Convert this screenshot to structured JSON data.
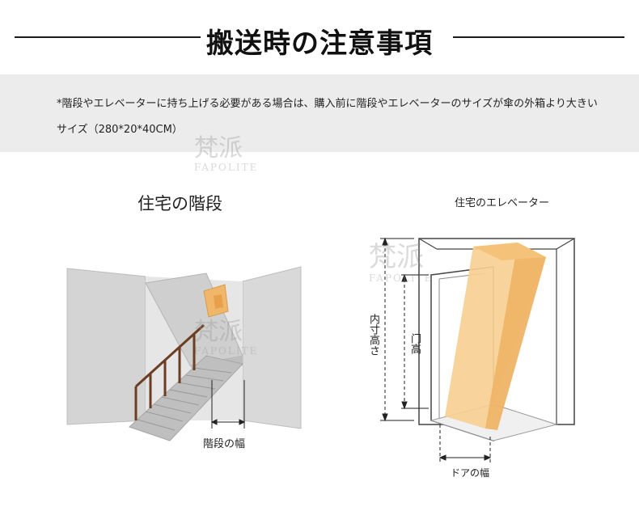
{
  "title": "搬送時の注意事項",
  "note": {
    "line1": "*階段やエレベーターに持ち上げる必要がある場合は、購入前に階段やエレベーターのサイズが傘の外箱より大きい",
    "line2": "サイズ（280*20*40CM）"
  },
  "stairs": {
    "title": "住宅の階段",
    "width_label": "階段の幅"
  },
  "elevator": {
    "title": "住宅のエレベーター",
    "inner_height_label": "内寸高さ",
    "door_height_label": "门高",
    "door_width_label": "ドアの幅"
  },
  "watermark": {
    "text": "梵派",
    "sub": "FAPOLITE"
  },
  "colors": {
    "box_fill": "#f5c27a",
    "box_dark": "#e8a04a",
    "wall": "#d9d9d9",
    "band": "#ececec"
  }
}
